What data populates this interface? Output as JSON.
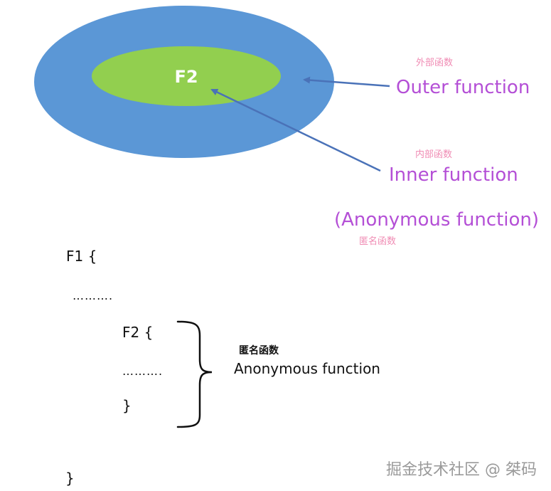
{
  "diagram": {
    "inner_label": "F2",
    "outer": {
      "cn": "外部函数",
      "en": "Outer function"
    },
    "inner": {
      "cn": "内部函数",
      "en": "Inner function"
    },
    "anonymous": {
      "en": "(Anonymous function)",
      "cn": "匿名函数"
    },
    "colors": {
      "outer_fill": "#5b97d6",
      "inner_fill": "#92cf4f",
      "arrow": "#4a72b8",
      "label_en": "#b44fd6",
      "label_cn": "#f08cb4"
    }
  },
  "code": {
    "f1_open": "F1 {",
    "dots1": "……….",
    "f2_open": "F2 {",
    "dots2": "……….",
    "f2_close": "}",
    "f1_close": "}"
  },
  "brace_note": {
    "cn": "匿名函数",
    "en": "Anonymous function"
  },
  "watermark": "掘金技术社区 @ 桀码"
}
